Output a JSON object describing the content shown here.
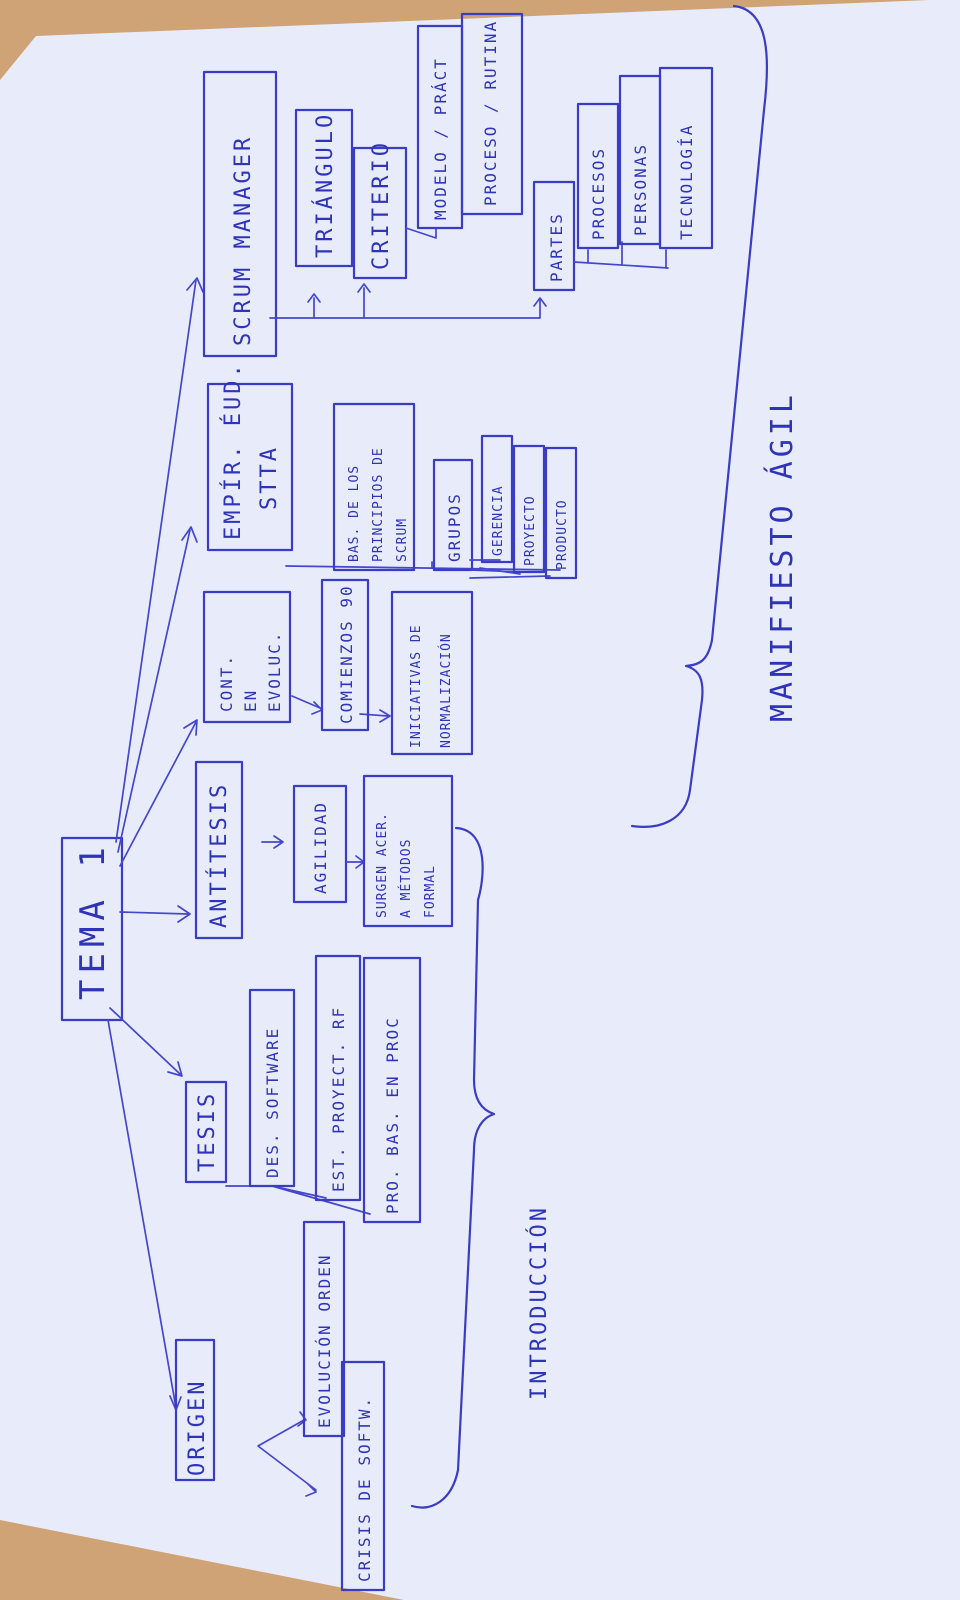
{
  "colors": {
    "paper": "#e8ecfa",
    "ink": "#3a3cc4",
    "desk": "#cfa376"
  },
  "center": "TEMA 1",
  "braces": {
    "left": "INTRODUCCIÓN",
    "right": "MANIFIESTO ÁGIL"
  },
  "nodes": {
    "origen": "ORIGEN",
    "evolucion": "EVOLUCIÓN ORDEN",
    "crisis": "CRISIS DE SOFTW.",
    "tesis": "TESIS",
    "des_software": "DES. SOFTWARE",
    "est_proyect": "EST. PROYECT. RF",
    "pro_bas": "PRO. BAS. EN PROC",
    "antitesis": "ANTÍTESIS",
    "agilidad": "AGILIDAD",
    "surgen": [
      "SURGEN ACER.",
      "A MÉTODOS",
      "FORMAL"
    ],
    "cont": [
      "CONT.",
      "EN",
      "EVOLUC."
    ],
    "comienzos": "COMIENZOS 90",
    "iniciativas": [
      "INICIATIVAS DE",
      "NORMALIZACIÓN"
    ],
    "empirico": [
      "EMPÍR. ÉUD.",
      "STTA"
    ],
    "principios": [
      "BAS. DE LOS",
      "PRINCIPIOS DE",
      "SCRUM"
    ],
    "grupos": "GRUPOS",
    "gerencia": "GERENCIA",
    "proyecto": "PROYECTO",
    "producto": "PRODUCTO",
    "scrum": "SCRUM MANAGER",
    "triangulo": "TRIÁNGULO",
    "criterio": "CRITERIO",
    "modelo": "MODELO / PRÁCT",
    "proceso": "PROCESO / RUTINA",
    "partes": "PARTES",
    "procesos": "PROCESOS",
    "personas": "PERSONAS",
    "tecnologia": "TECNOLOGÍA"
  }
}
